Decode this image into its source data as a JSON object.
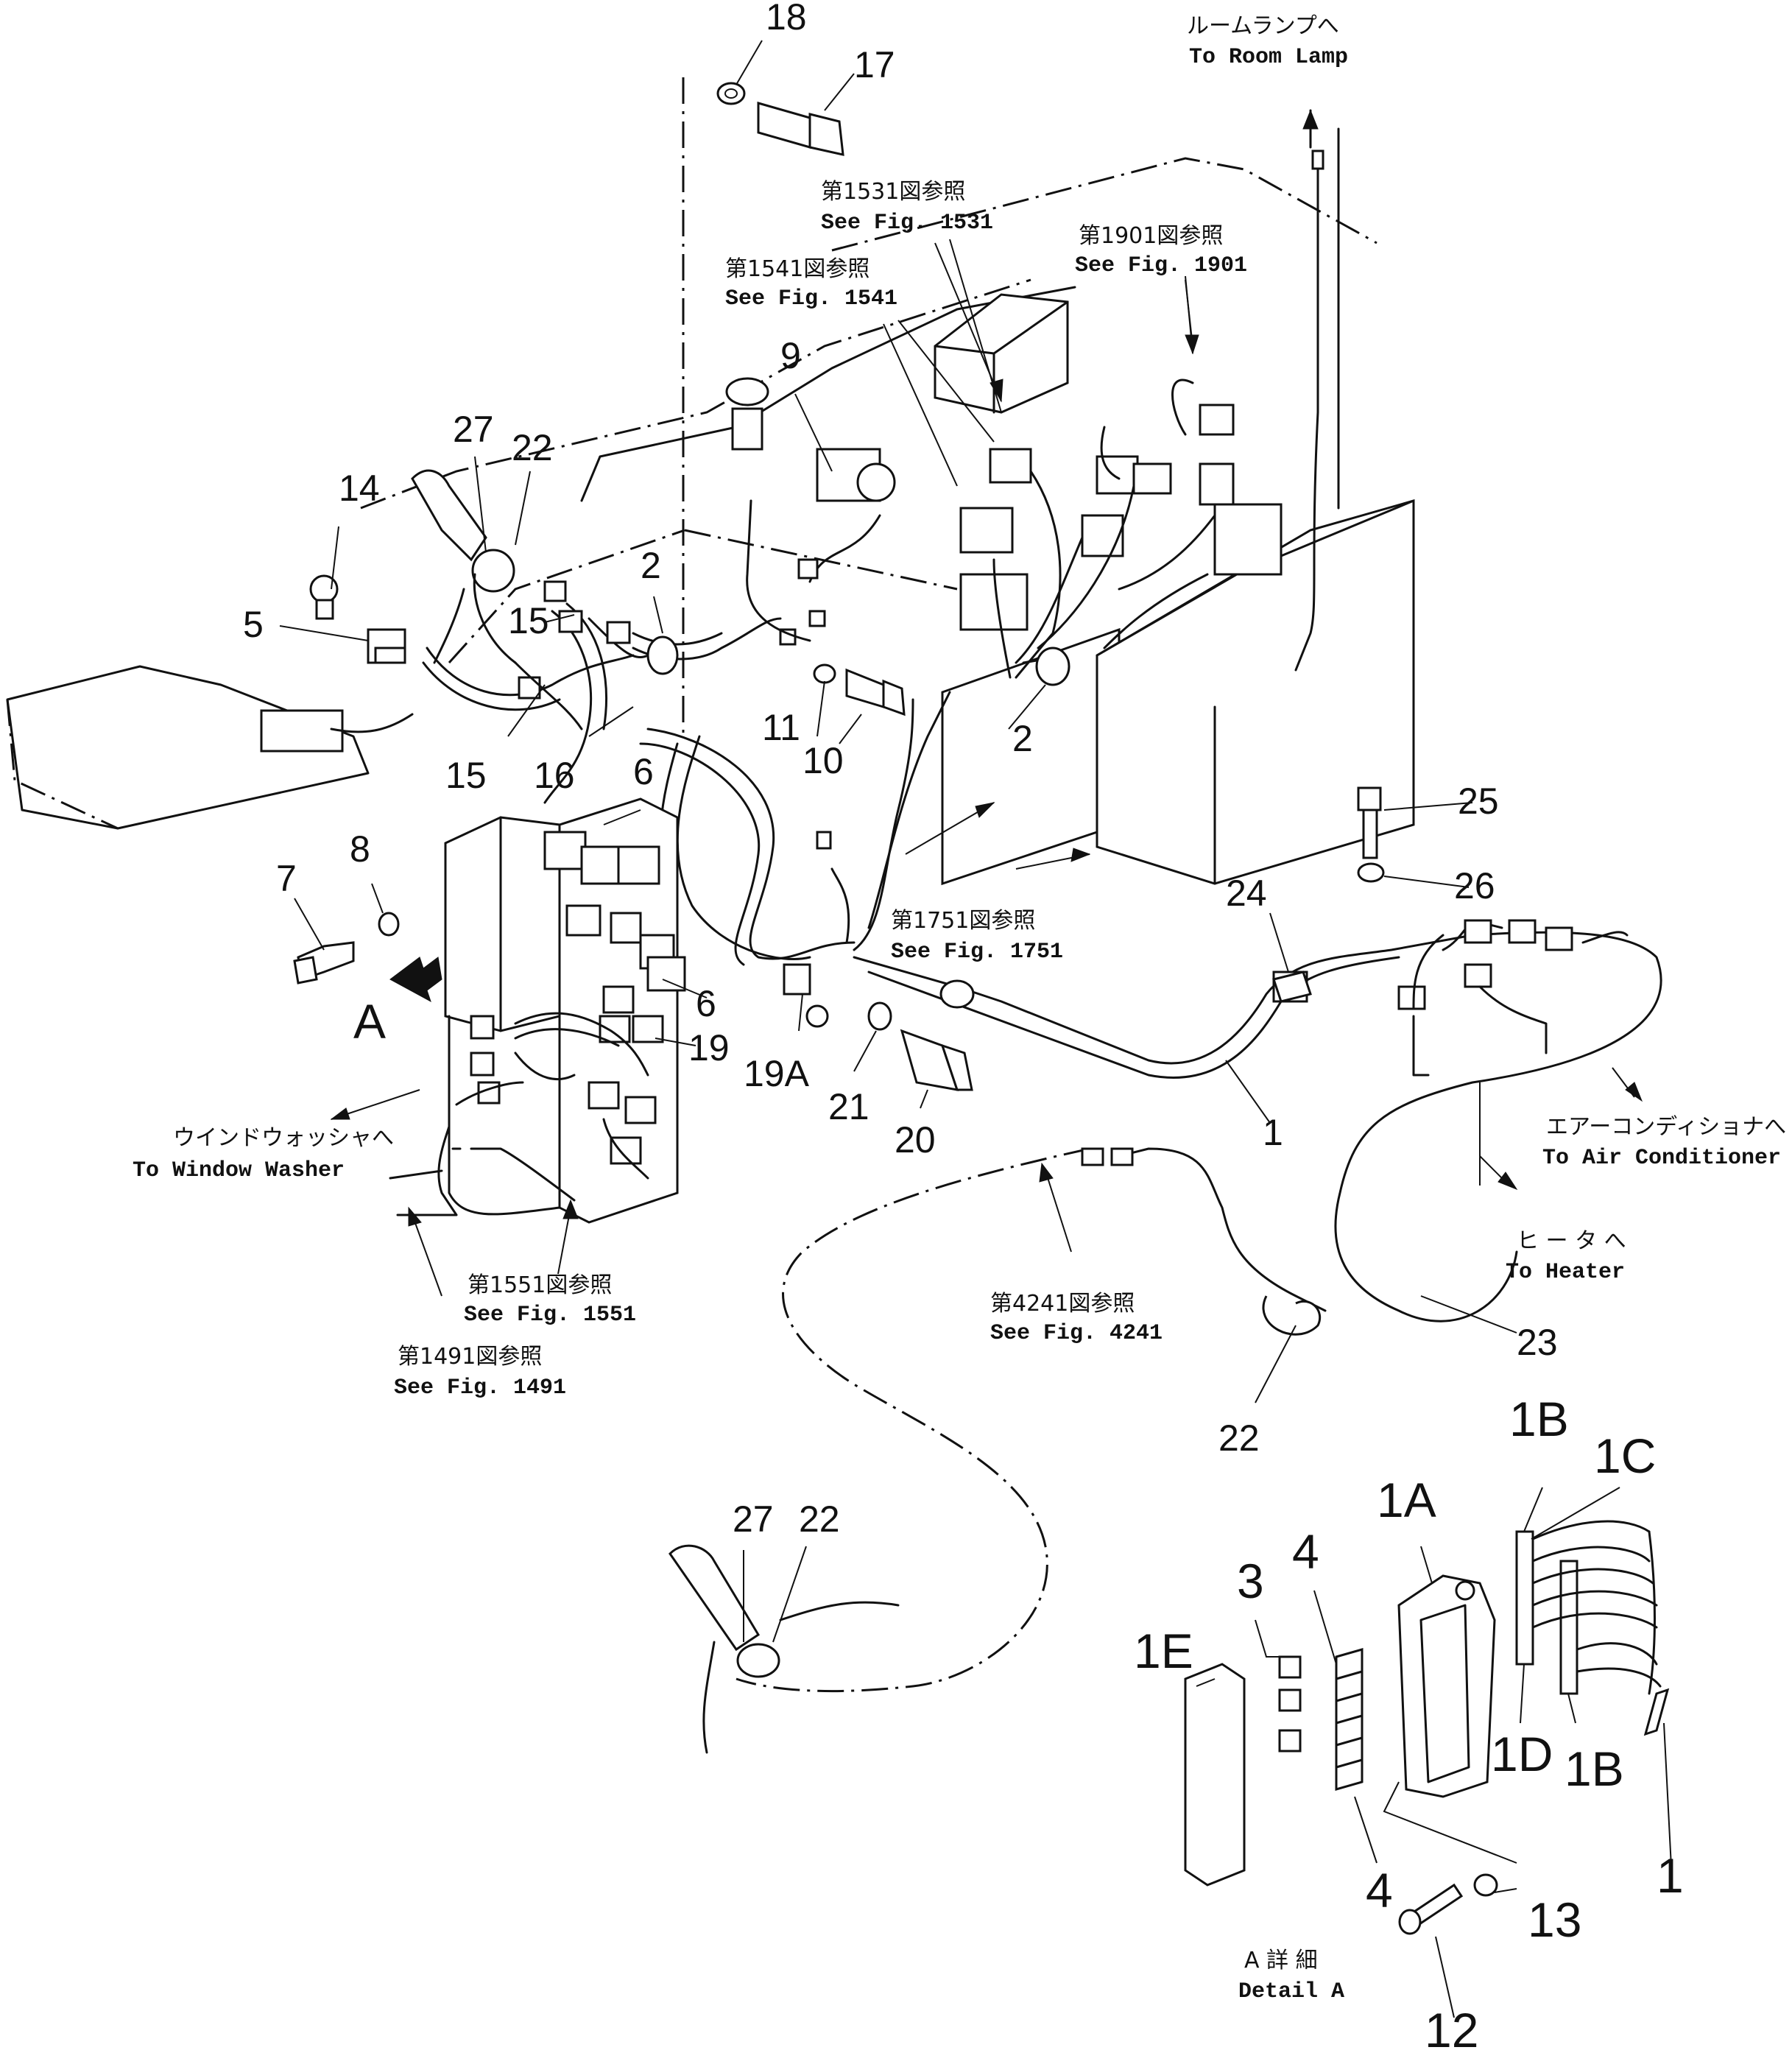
{
  "callouts": {
    "n18": "18",
    "n17": "17",
    "n27a": "27",
    "n22a": "22",
    "n14": "14",
    "n5": "5",
    "n15a": "15",
    "n15b": "15",
    "n16": "16",
    "n2a": "2",
    "n2b": "2",
    "n9": "9",
    "n11": "11",
    "n10": "10",
    "n6a": "6",
    "n6b": "6",
    "n7": "7",
    "n8": "8",
    "nA": "A",
    "n19": "19",
    "n19A": "19A",
    "n21": "21",
    "n20": "20",
    "n24": "24",
    "n25": "25",
    "n26": "26",
    "n1a": "1",
    "n23": "23",
    "n22b": "22",
    "n27b": "27",
    "n22c": "22",
    "n1B_top": "1B",
    "n1C": "1C",
    "n1A": "1A",
    "n4_top": "4",
    "n3": "3",
    "n1E": "1E",
    "n1D": "1D",
    "n1B_bot": "1B",
    "n1b": "1",
    "n4_bot": "4",
    "n13": "13",
    "n12": "12"
  },
  "references": {
    "room_lamp_jp": "ルームランプへ",
    "room_lamp_en": "To Room Lamp",
    "fig1531_jp": "第1531図参照",
    "fig1531_en": "See Fig. 1531",
    "fig1901_jp": "第1901図参照",
    "fig1901_en": "See Fig. 1901",
    "fig1541_jp": "第1541図参照",
    "fig1541_en": "See Fig. 1541",
    "fig1751_jp": "第1751図参照",
    "fig1751_en": "See Fig. 1751",
    "washer_jp": "ウインドウォッシャへ",
    "washer_en": "To Window Washer",
    "aircon_jp": "エアーコンディショナへ",
    "aircon_en": "To Air Conditioner",
    "heater_jp": "ヒ ー タ へ",
    "heater_en": "To Heater",
    "fig1551_jp": "第1551図参照",
    "fig1551_en": "See Fig. 1551",
    "fig1491_jp": "第1491図参照",
    "fig1491_en": "See Fig. 1491",
    "fig4241_jp": "第4241図参照",
    "fig4241_en": "See Fig. 4241",
    "detail_jp": "A 詳 細",
    "detail_en": "Detail A"
  },
  "colors": {
    "ink": "#111111",
    "paper": "#ffffff"
  }
}
